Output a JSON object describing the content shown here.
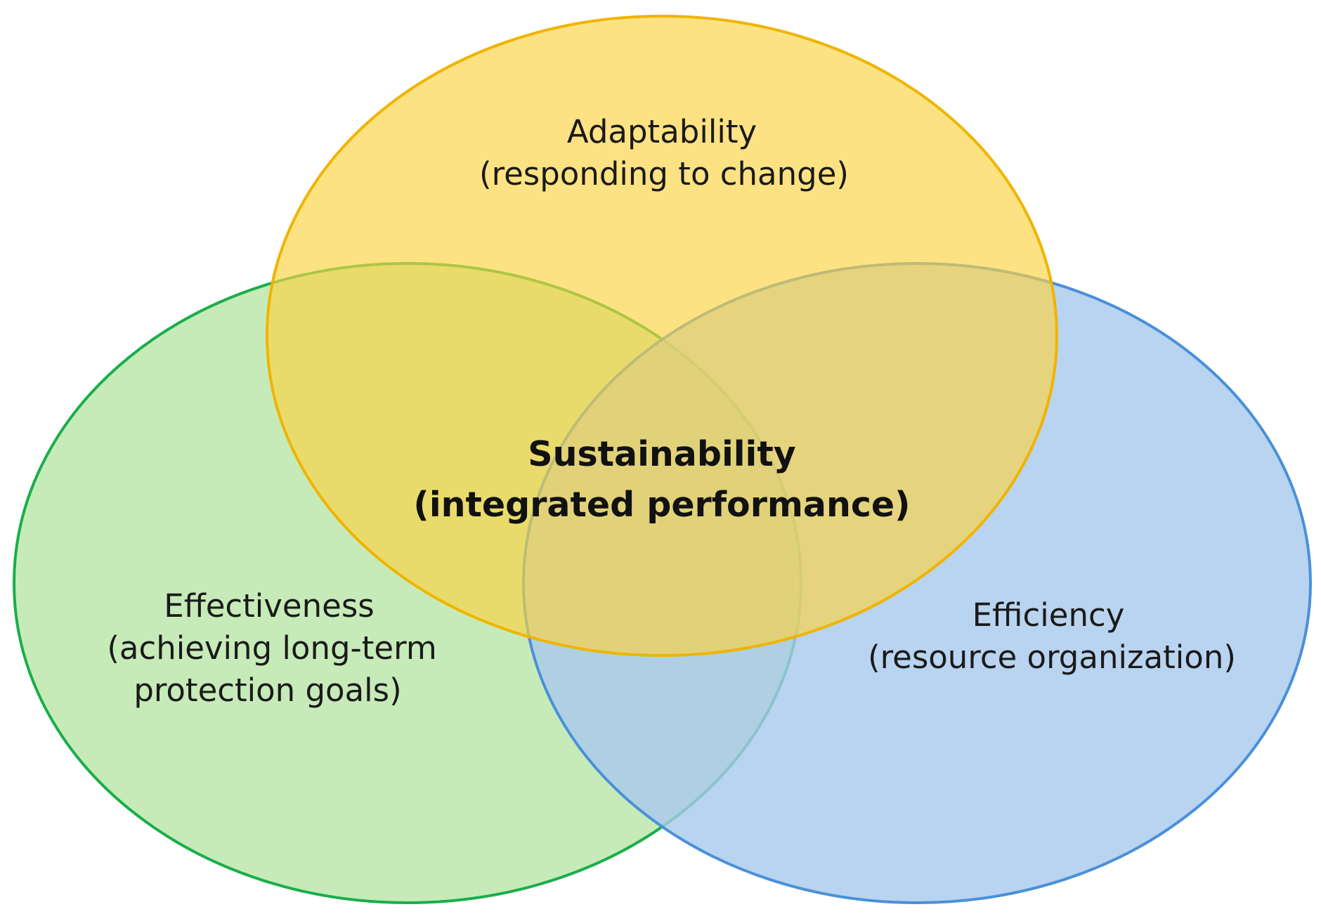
{
  "circles": [
    {
      "id": "effectiveness",
      "title": "Effectiveness",
      "lines": [
        "(achieving long-term",
        "protection goals)"
      ],
      "fill": "#c6ebb9",
      "stroke": "#1aae4a"
    },
    {
      "id": "efficiency",
      "title": "Efficiency",
      "lines": [
        "(resource organization)"
      ],
      "fill": "#a8c9ec",
      "stroke": "#4a90d9"
    },
    {
      "id": "adaptability",
      "title": "Adaptability",
      "lines": [
        "(responding to change)"
      ],
      "fill": "#fcd240",
      "stroke": "#f0b400"
    }
  ],
  "center": {
    "title": "Sustainability",
    "subtitle": "(integrated performance)"
  }
}
